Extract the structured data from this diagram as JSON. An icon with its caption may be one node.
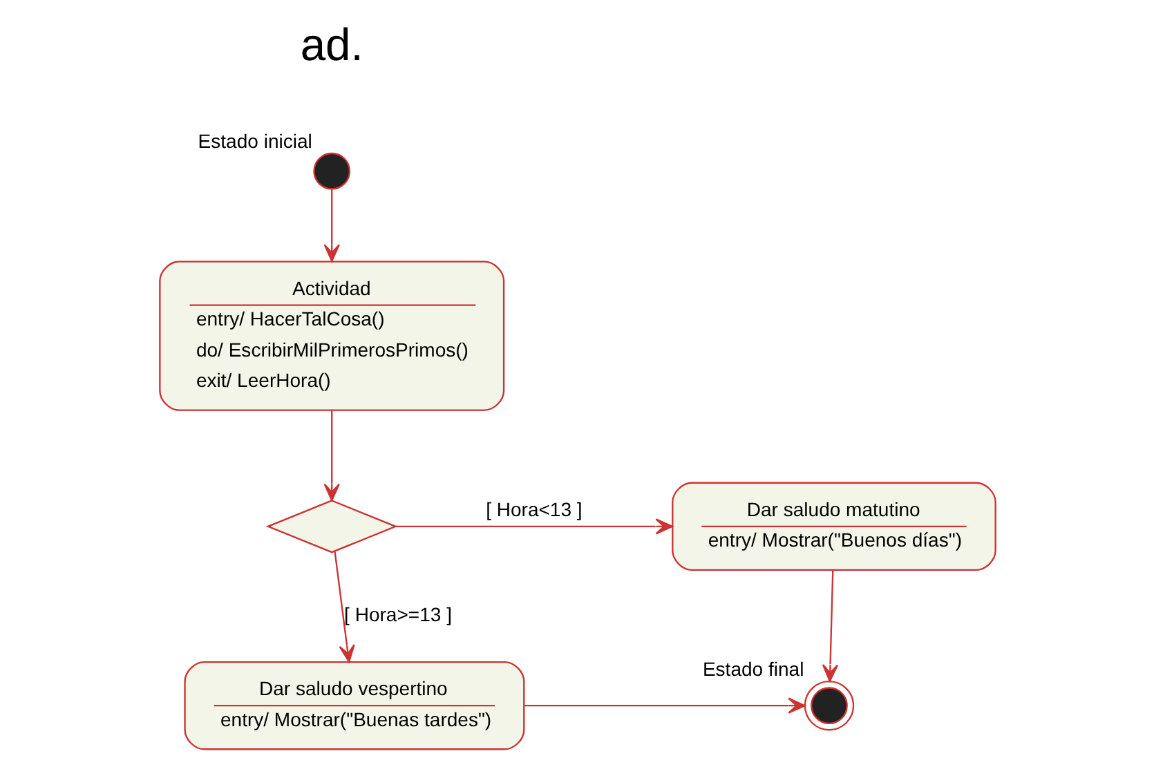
{
  "diagram": {
    "nodes": [
      {
        "text": [],
        "shape": "circle",
        "beside": [
          "Estado inicial"
        ]
      },
      {
        "text": [
          "Actividad",
          "entry/ HacerTalCosa()",
          "do/ EscribirMilPrimerosPrimos()",
          "exit/ LeerHora()"
        ]
      },
      {
        "text": [],
        "shape": "diamond"
      },
      {
        "text": [
          "Dar saludo matutino",
          "entry/ Mostrar(\"Buenos días\")"
        ]
      },
      {
        "text": [
          "Dar saludo vespertino",
          "entry/ Mostrar(\"Buenas tardes\")"
        ]
      },
      {
        "text": [],
        "shape": "circle",
        "beside": [
          "Estado final"
        ]
      }
    ],
    "edges": [
      {
        "from": 0,
        "to": 1,
        "arrow": "to"
      },
      {
        "from": 1,
        "to": 2,
        "arrow": "to"
      },
      {
        "from": 2,
        "to": 3,
        "arrow": "to",
        "label": "[ Hora<13 ]"
      },
      {
        "from": 2,
        "to": 4,
        "arrow": "to",
        "label": "[ Hora>=13 ]"
      },
      {
        "from": 3,
        "to": 5,
        "arrow": "to"
      },
      {
        "from": 4,
        "to": 5,
        "arrow": "to"
      }
    ],
    "labels": [
      "ad."
    ]
  }
}
